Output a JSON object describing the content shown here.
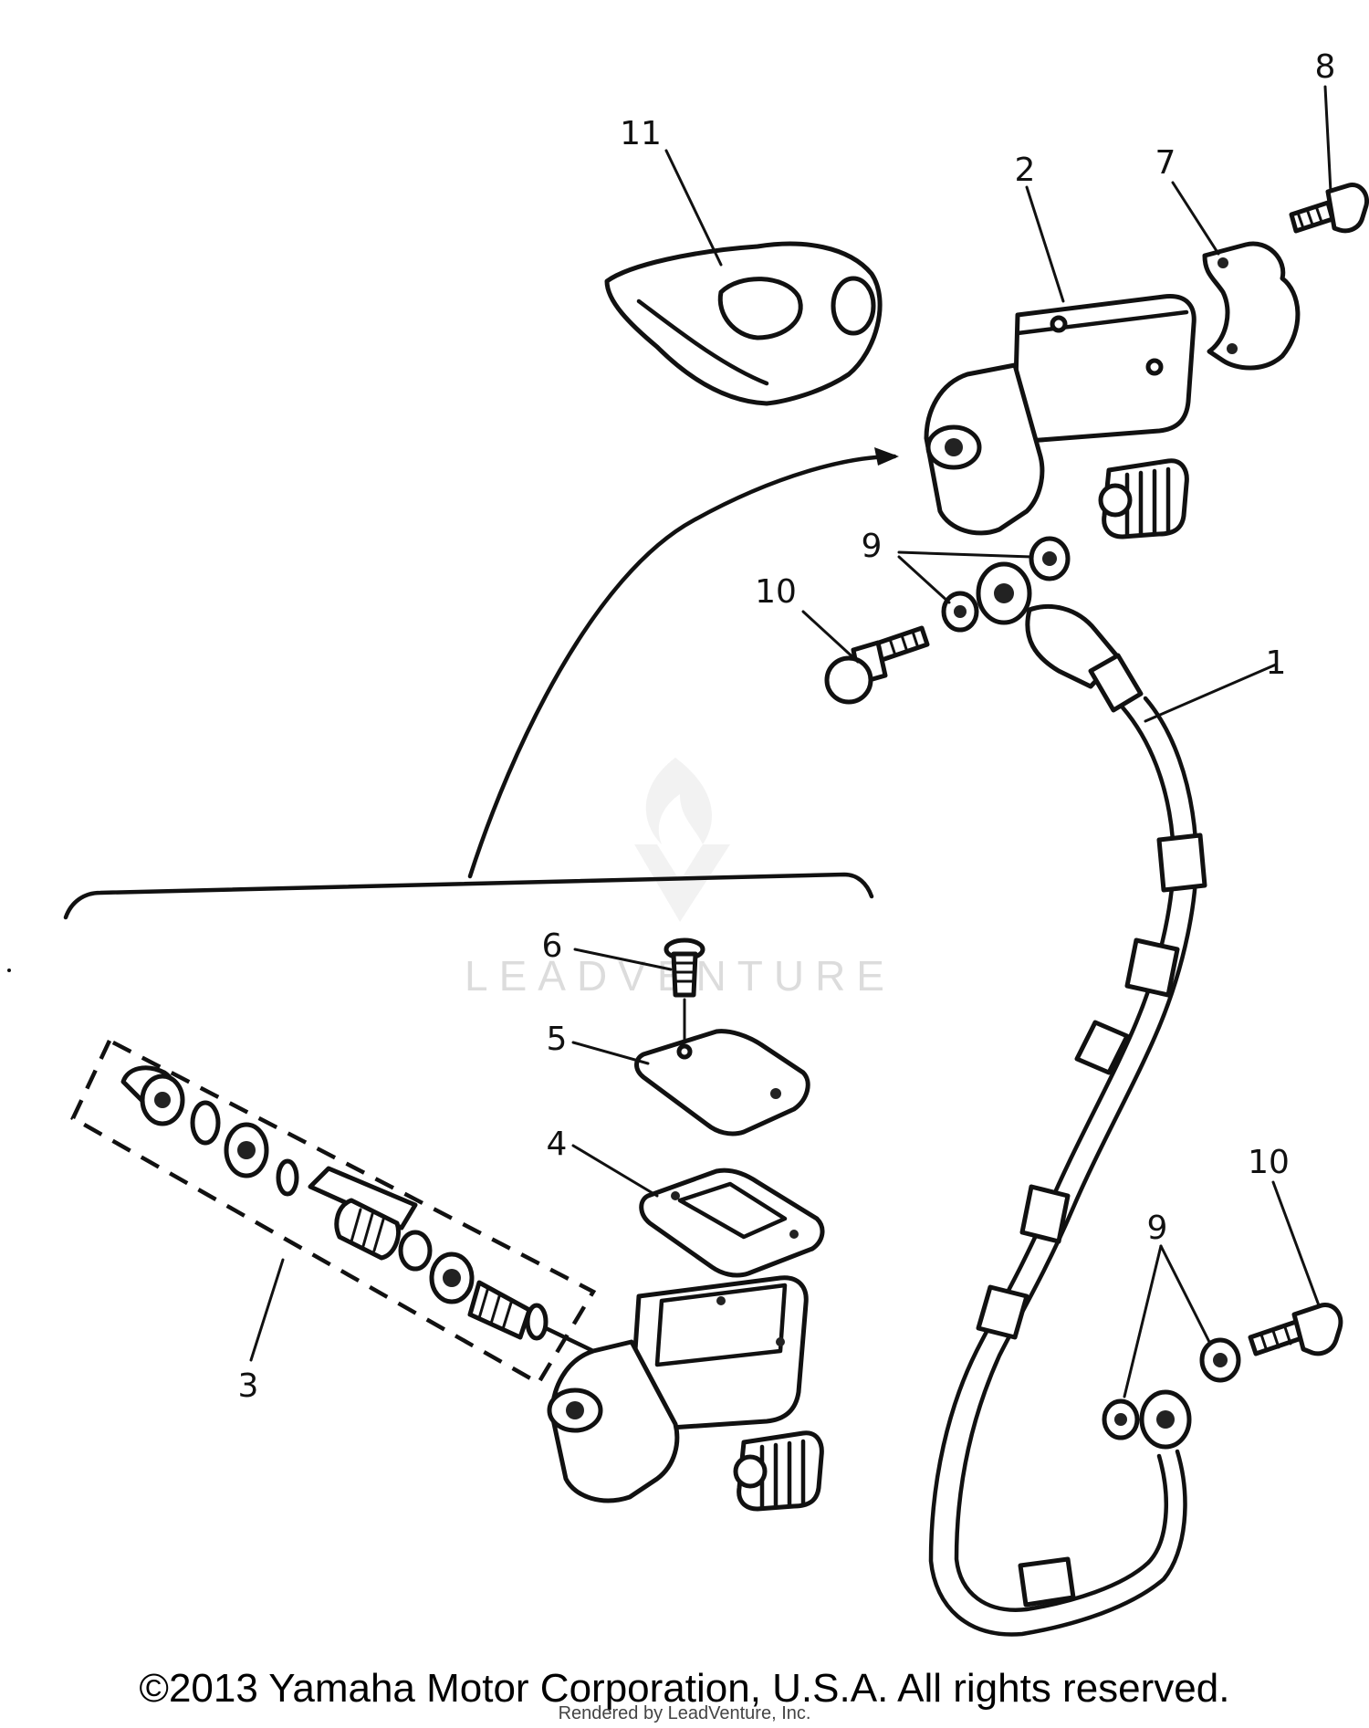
{
  "callouts": [
    "1",
    "2",
    "3",
    "4",
    "5",
    "6",
    "7",
    "8",
    "9",
    "9",
    "10",
    "10",
    "11"
  ],
  "watermark": "LEADVENTURE",
  "copyright": "©2013 Yamaha Motor Corporation, U.S.A. All rights reserved.",
  "rendered_by": "Rendered by LeadVenture, Inc."
}
